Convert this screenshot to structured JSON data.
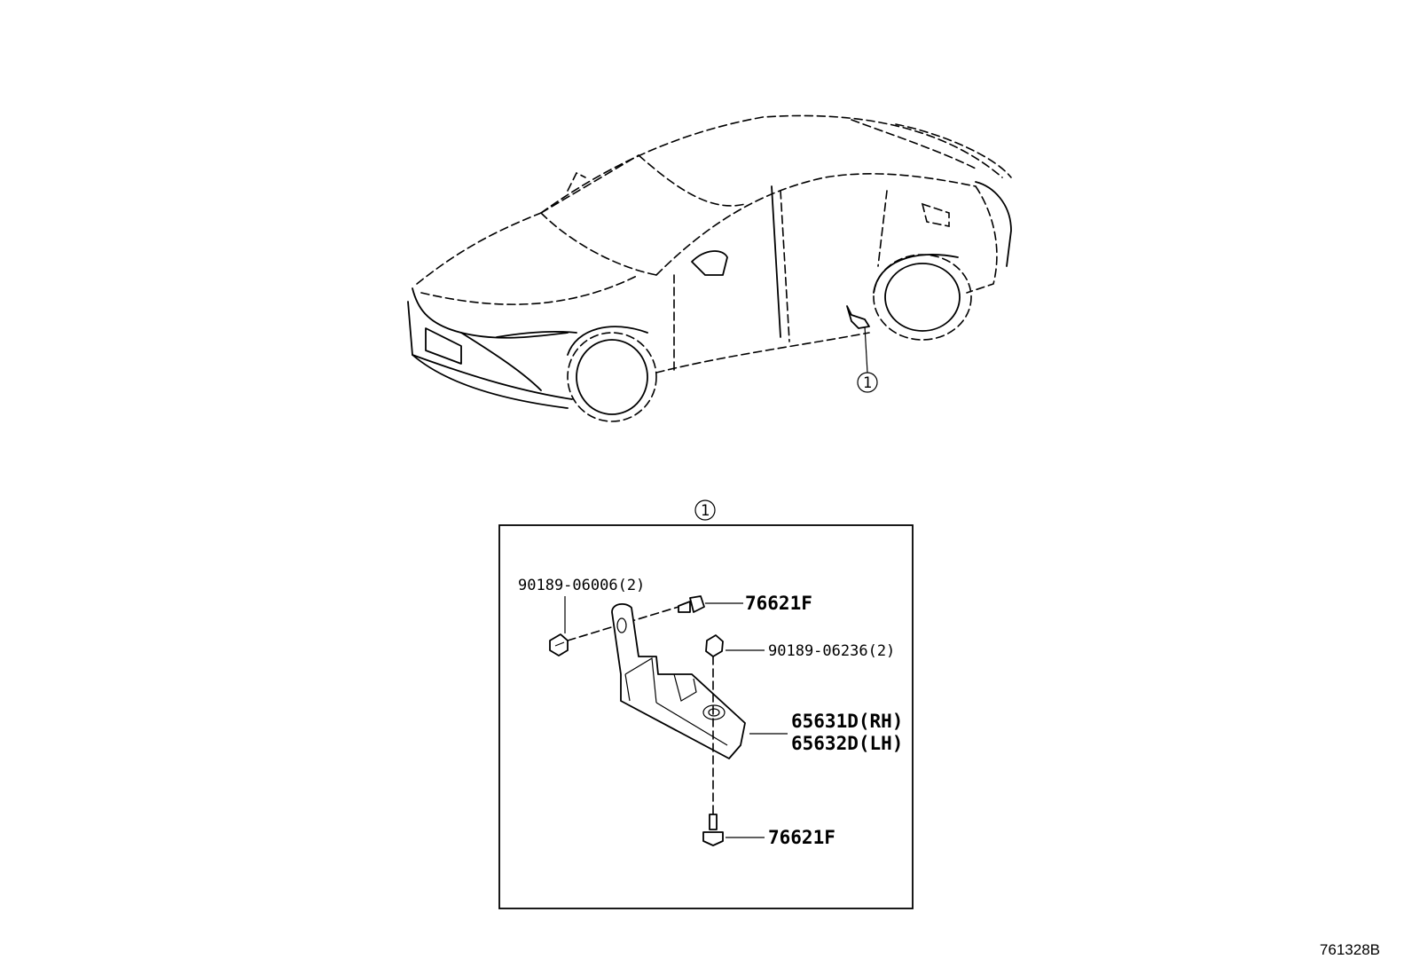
{
  "overview_callout": "1",
  "detail_callout": "1",
  "parts": {
    "clip_left": "90189-06006(2)",
    "screw_top": "76621F",
    "clip_right": "90189-06236(2)",
    "mudguard_rh": "65631D(RH)",
    "mudguard_lh": "65632D(LH)",
    "screw_bottom": "76621F"
  },
  "drawing_id": "761328B"
}
